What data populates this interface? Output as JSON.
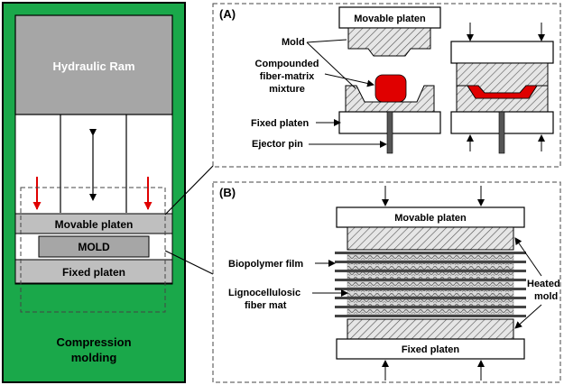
{
  "left_panel": {
    "ram_label": "Hydraulic Ram",
    "movable_platen_label": "Movable platen",
    "mold_label": "MOLD",
    "fixed_platen_label": "Fixed platen",
    "caption_line1": "Compression",
    "caption_line2": "molding"
  },
  "panel_a": {
    "tag": "(A)",
    "movable_platen_label": "Movable platen",
    "mold_label": "Mold",
    "compounded_line1": "Compounded",
    "compounded_line2": "fiber-matrix",
    "compounded_line3": "mixture",
    "fixed_platen_label": "Fixed platen",
    "ejector_pin_label": "Ejector pin"
  },
  "panel_b": {
    "tag": "(B)",
    "movable_platen_label": "Movable platen",
    "fixed_platen_label": "Fixed platen",
    "biopolymer_film_label": "Biopolymer film",
    "lignocellulosic_line1": "Lignocellulosic",
    "lignocellulosic_line2": "fiber mat",
    "heated_mold_line1": "Heated",
    "heated_mold_line2": "mold"
  },
  "colors": {
    "press_green": "#1aa84a",
    "ram_gray": "#a6a6a6",
    "platen_gray": "#bfbfbf",
    "mixture_red": "#e00000",
    "arrow_red": "#e00000"
  }
}
